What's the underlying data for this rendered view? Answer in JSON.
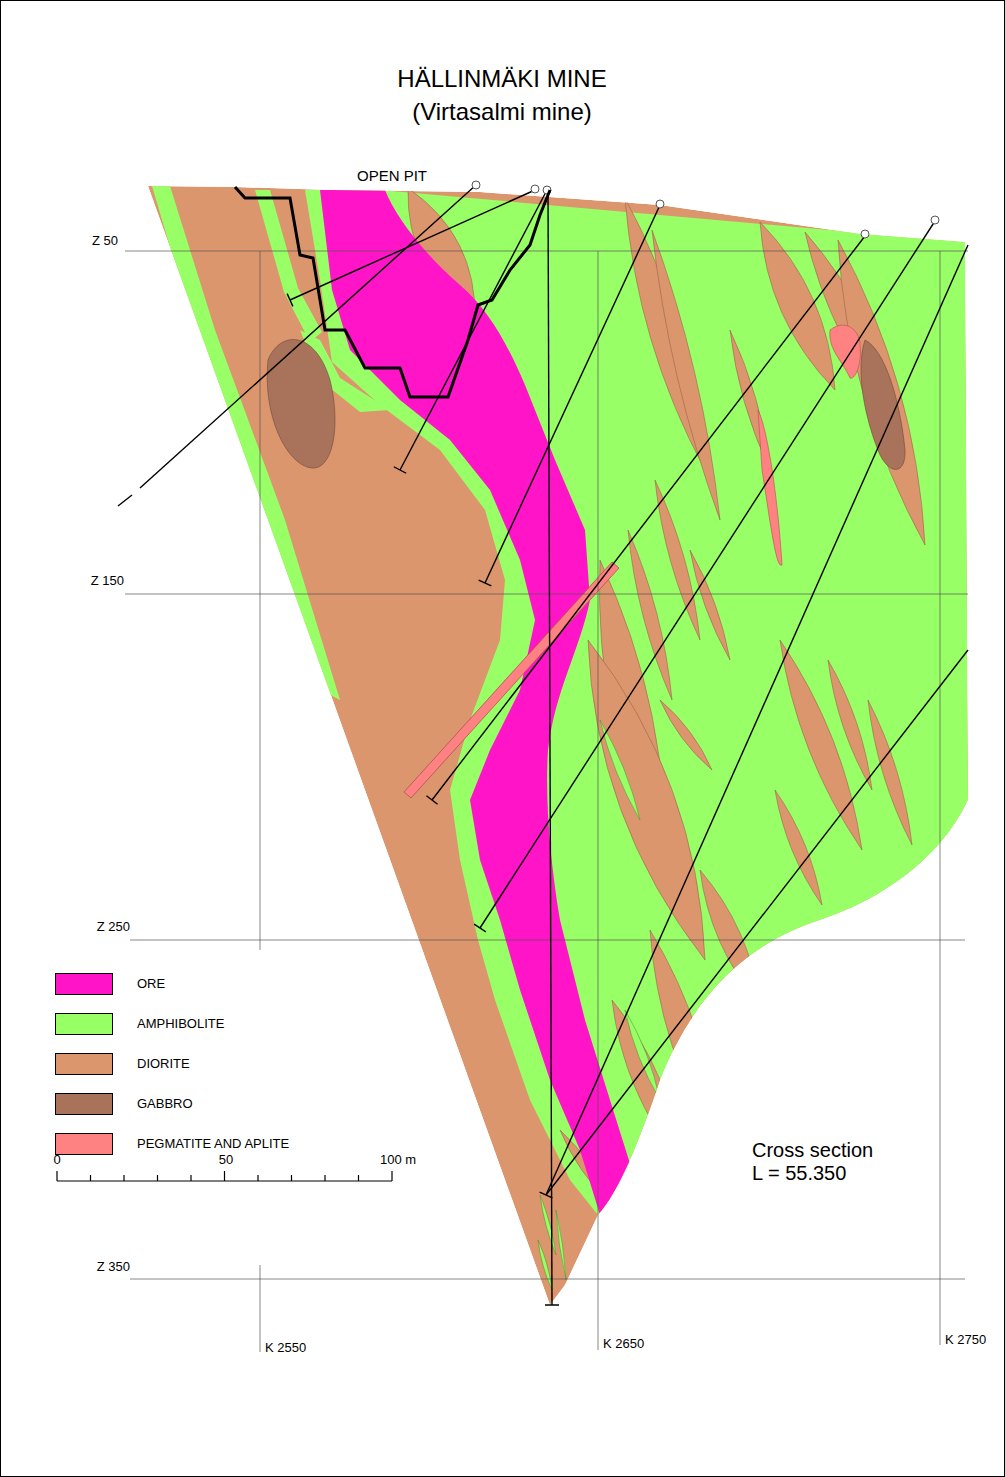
{
  "diagram": {
    "title": "HÄLLINMÄKI MINE",
    "labels": [
      "(Virtasalmi mine)",
      "OPEN PIT",
      "Z 50",
      "Z 150",
      "Z 250",
      "Z 350",
      "K 2550",
      "K 2650",
      "K 2750",
      "0",
      "50",
      "100 m",
      "Cross section L = 55.350"
    ],
    "legend": [
      {
        "text": "ORE",
        "color": "#ff14c8"
      },
      {
        "text": "AMPHIBOLITE",
        "color": "#99ff66"
      },
      {
        "text": "DIORITE",
        "color": "#dc966e"
      },
      {
        "text": "GABBRO",
        "color": "#a8735a"
      },
      {
        "text": "PEGMATITE AND APLITE",
        "color": "#ff8282"
      }
    ]
  }
}
